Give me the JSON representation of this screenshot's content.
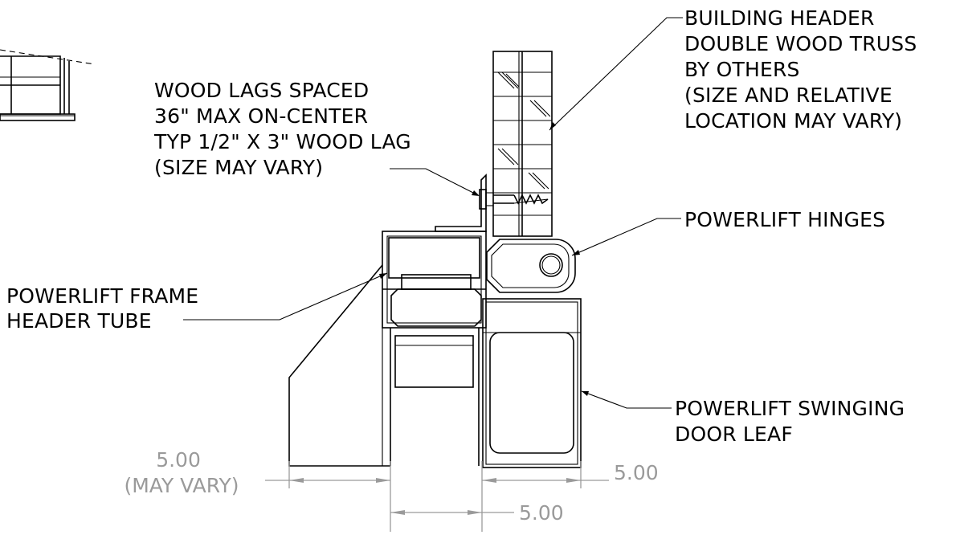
{
  "callouts": {
    "building_header": [
      "BUILDING HEADER",
      "DOUBLE WOOD TRUSS",
      "BY OTHERS",
      "(SIZE AND RELATIVE",
      "LOCATION MAY VARY)"
    ],
    "wood_lags": [
      "WOOD LAGS SPACED",
      "36\" MAX ON-CENTER",
      "TYP 1/2\" X 3\" WOOD LAG",
      "(SIZE MAY VARY)"
    ],
    "hinges": [
      "POWERLIFT HINGES"
    ],
    "frame_header": [
      "POWERLIFT FRAME",
      "HEADER TUBE"
    ],
    "door_leaf": [
      "POWERLIFT SWINGING",
      "DOOR LEAF"
    ]
  },
  "dimensions": {
    "left": [
      "5.00",
      "(MAY VARY)"
    ],
    "right": "5.00",
    "bottom": "5.00"
  }
}
